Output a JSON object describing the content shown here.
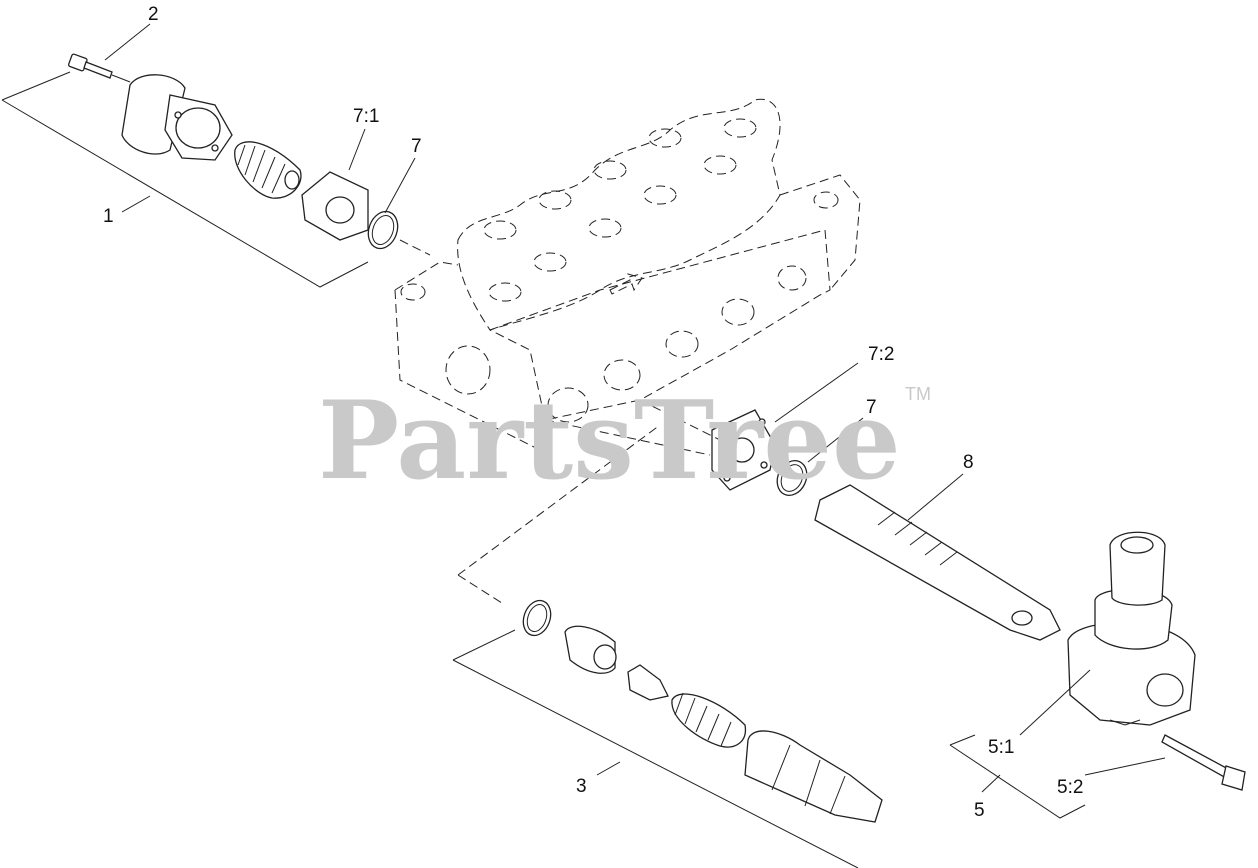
{
  "watermark": {
    "brand": "PartsTree",
    "mark": "TM"
  },
  "callouts": {
    "c1": "1",
    "c2": "2",
    "c3": "3",
    "c5": "5",
    "c5_1": "5:1",
    "c5_2": "5:2",
    "c7_top": "7",
    "c7_bottom": "7",
    "c7_1": "7:1",
    "c7_2": "7:2",
    "c8": "8"
  }
}
